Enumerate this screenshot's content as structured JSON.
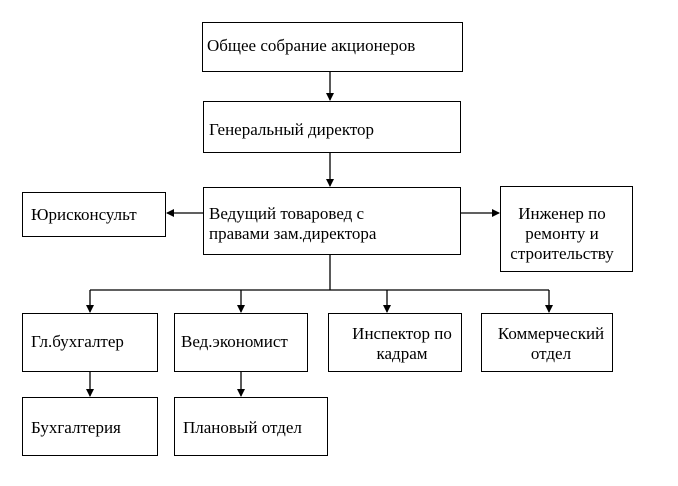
{
  "chart": {
    "nodes": {
      "shareholders": "Общее собрание акционеров",
      "general_director": "Генеральный директор",
      "legal_counsel": "Юрисконсульт",
      "lead_merchandiser": "Ведущий товаровед с\nправами зам.директора",
      "engineer": "Инженер по\nремонту и\nстроительству",
      "chief_accountant": "Гл.бухгалтер",
      "lead_economist": "Вед.экономист",
      "hr_inspector": "Инспектор по\nкадрам",
      "commercial_dept": "Коммерческий\nотдел",
      "accounting": "Бухгалтерия",
      "planning_dept": "Плановый отдел"
    },
    "edges": [
      {
        "from": "shareholders",
        "to": "general_director"
      },
      {
        "from": "general_director",
        "to": "lead_merchandiser"
      },
      {
        "from": "lead_merchandiser",
        "to": "legal_counsel"
      },
      {
        "from": "lead_merchandiser",
        "to": "engineer"
      },
      {
        "from": "lead_merchandiser",
        "to": "chief_accountant"
      },
      {
        "from": "lead_merchandiser",
        "to": "lead_economist"
      },
      {
        "from": "lead_merchandiser",
        "to": "hr_inspector"
      },
      {
        "from": "lead_merchandiser",
        "to": "commercial_dept"
      },
      {
        "from": "chief_accountant",
        "to": "accounting"
      },
      {
        "from": "lead_economist",
        "to": "planning_dept"
      }
    ]
  }
}
